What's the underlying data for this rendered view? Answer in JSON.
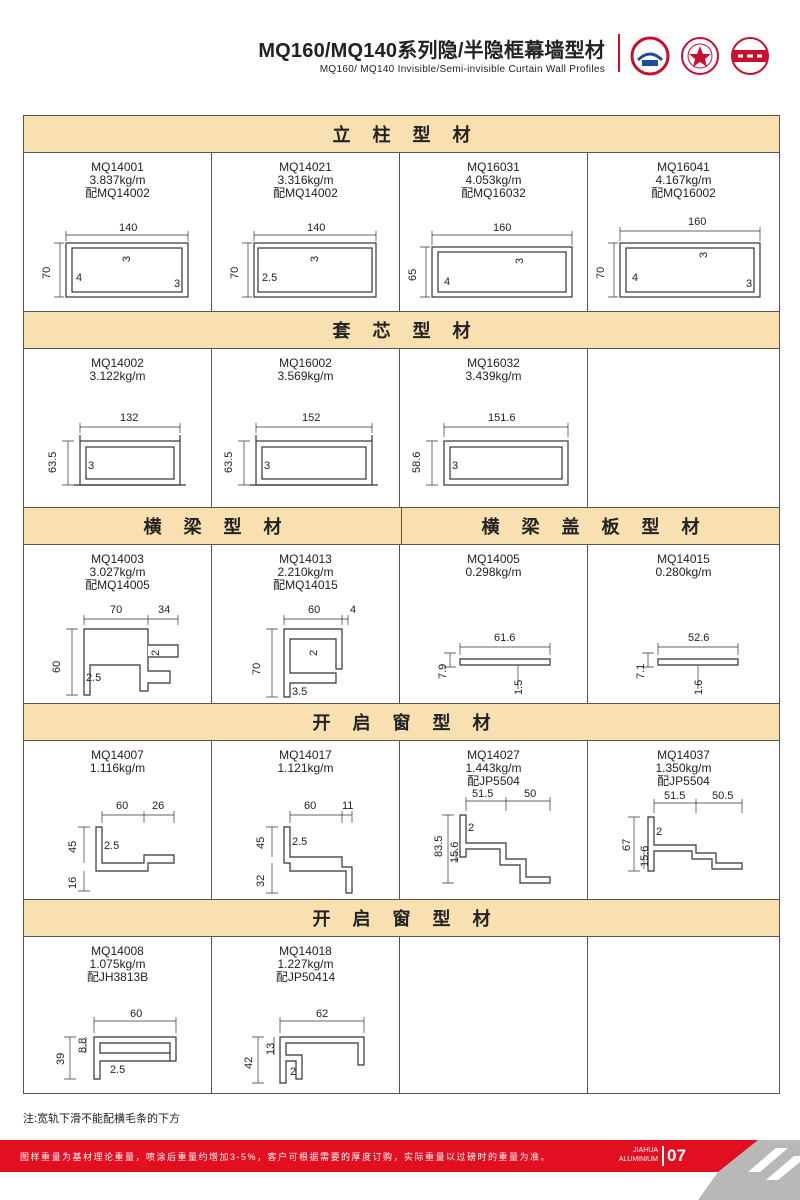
{
  "header": {
    "title": "MQ160/MQ140系列隐/半隐框幕墙型材",
    "subtitle": "MQ160/ MQ140  Invisible/Semi-invisible  Curtain  Wall  Profiles",
    "accent_color": "#c8102e"
  },
  "sections": [
    {
      "labels": [
        "立柱型材"
      ],
      "items": [
        {
          "code": "MQ14001",
          "weight": "3.837kg/m",
          "pair": "配MQ14002",
          "dims": {
            "w": "140",
            "h": "70",
            "a": "3",
            "b": "4",
            "c": "3"
          }
        },
        {
          "code": "MQ14021",
          "weight": "3.316kg/m",
          "pair": "配MQ14002",
          "dims": {
            "w": "140",
            "h": "70",
            "a": "3",
            "b": "2.5"
          }
        },
        {
          "code": "MQ16031",
          "weight": "4.053kg/m",
          "pair": "配MQ16032",
          "dims": {
            "w": "160",
            "h": "65",
            "a": "3",
            "b": "4"
          }
        },
        {
          "code": "MQ16041",
          "weight": "4.167kg/m",
          "pair": "配MQ16002",
          "dims": {
            "w": "160",
            "h": "70",
            "a": "3",
            "b": "4",
            "c": "3"
          }
        }
      ]
    },
    {
      "labels": [
        "套芯型材"
      ],
      "items": [
        {
          "code": "MQ14002",
          "weight": "3.122kg/m",
          "dims": {
            "w": "132",
            "h": "63.5",
            "a": "3"
          }
        },
        {
          "code": "MQ16002",
          "weight": "3.569kg/m",
          "dims": {
            "w": "152",
            "h": "63.5",
            "a": "3"
          }
        },
        {
          "code": "MQ16032",
          "weight": "3.439kg/m",
          "dims": {
            "w": "151.6",
            "h": "58.6",
            "a": "3"
          }
        },
        {}
      ]
    },
    {
      "labels": [
        "横梁型材",
        "横梁盖板型材"
      ],
      "items": [
        {
          "code": "MQ14003",
          "weight": "3.027kg/m",
          "pair": "配MQ14005",
          "dims": {
            "w": "70",
            "w2": "34",
            "h": "60",
            "a": "2",
            "b": "2.5"
          }
        },
        {
          "code": "MQ14013",
          "weight": "2.210kg/m",
          "pair": "配MQ14015",
          "dims": {
            "w": "60",
            "w2": "4",
            "h": "70",
            "a": "2",
            "b": "3.5"
          }
        },
        {
          "code": "MQ14005",
          "weight": "0.298kg/m",
          "dims": {
            "w": "61.6",
            "h": "7.9",
            "a": "1.5"
          }
        },
        {
          "code": "MQ14015",
          "weight": "0.280kg/m",
          "dims": {
            "w": "52.6",
            "h": "7.1",
            "a": "1.6"
          }
        }
      ]
    },
    {
      "labels": [
        "开启窗型材"
      ],
      "items": [
        {
          "code": "MQ14007",
          "weight": "1.116kg/m",
          "dims": {
            "w": "60",
            "w2": "26",
            "h": "45",
            "h2": "16",
            "a": "2.5"
          }
        },
        {
          "code": "MQ14017",
          "weight": "1.121kg/m",
          "dims": {
            "w": "60",
            "w2": "11",
            "h": "45",
            "h2": "32",
            "a": "2.5"
          }
        },
        {
          "code": "MQ14027",
          "weight": "1.443kg/m",
          "pair": "配JP5504",
          "dims": {
            "w": "51.5",
            "w2": "50",
            "h": "83.5",
            "h2": "15.6",
            "a": "2"
          }
        },
        {
          "code": "MQ14037",
          "weight": "1.350kg/m",
          "pair": "配JP5504",
          "dims": {
            "w": "51.5",
            "w2": "50.5",
            "h": "67",
            "h2": "15.6",
            "a": "2"
          }
        }
      ]
    },
    {
      "labels": [
        "开启窗型材"
      ],
      "items": [
        {
          "code": "MQ14008",
          "weight": "1.075kg/m",
          "pair": "配JH3813B",
          "dims": {
            "w": "60",
            "h": "39",
            "h2": "8.8",
            "a": "2.5"
          }
        },
        {
          "code": "MQ14018",
          "weight": "1.227kg/m",
          "pair": "配JP50414",
          "dims": {
            "w": "62",
            "h": "42",
            "h2": "13",
            "a": "2"
          }
        },
        {},
        {}
      ]
    }
  ],
  "note": "注:宽轨下滑不能配横毛条的下方",
  "footer": {
    "text": "图样重量为基材理论重量，喷涂后重量约增加3-5%，客户可根据需要的厚度订购，实际重量以过磅时的重量为准。",
    "brand1": "JIAHUA",
    "brand2": "ALUMINIUM",
    "page": "07",
    "color": "#e10f20"
  },
  "logos": [
    "company-emblem-icon",
    "certification-seal-icon",
    "cqm-certification-icon"
  ]
}
